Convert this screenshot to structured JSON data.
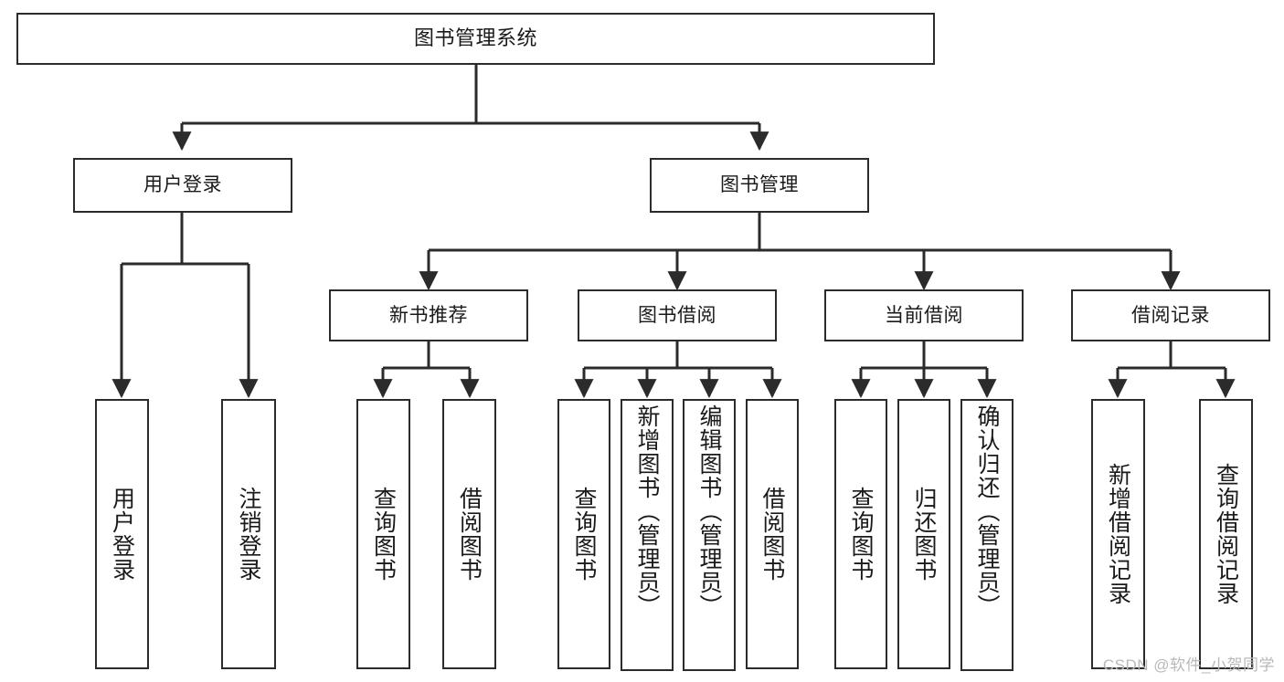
{
  "diagram": {
    "title": "图书管理系统",
    "type": "hierarchy-tree",
    "levels": 4,
    "root": {
      "label": "图书管理系统"
    },
    "level2": [
      {
        "label": "用户登录"
      },
      {
        "label": "图书管理"
      }
    ],
    "level3": [
      {
        "label": "新书推荐",
        "parent": "图书管理"
      },
      {
        "label": "图书借阅",
        "parent": "图书管理"
      },
      {
        "label": "当前借阅",
        "parent": "图书管理"
      },
      {
        "label": "借阅记录",
        "parent": "图书管理"
      }
    ],
    "leaves": [
      {
        "label": "用户登录",
        "parent": "用户登录"
      },
      {
        "label": "注销登录",
        "parent": "用户登录"
      },
      {
        "label": "查询图书",
        "parent": "新书推荐"
      },
      {
        "label": "借阅图书",
        "parent": "新书推荐"
      },
      {
        "label": "查询图书",
        "parent": "图书借阅"
      },
      {
        "label": "新增图书（管理员）",
        "parent": "图书借阅"
      },
      {
        "label": "编辑图书（管理员）",
        "parent": "图书借阅"
      },
      {
        "label": "借阅图书",
        "parent": "图书借阅"
      },
      {
        "label": "查询图书",
        "parent": "当前借阅"
      },
      {
        "label": "归还图书",
        "parent": "当前借阅"
      },
      {
        "label": "确认归还（管理员）",
        "parent": "当前借阅"
      },
      {
        "label": "新增借阅记录",
        "parent": "借阅记录"
      },
      {
        "label": "查询借阅记录",
        "parent": "借阅记录"
      }
    ]
  },
  "watermark": {
    "text": "CSDN @软件_小贺同学"
  },
  "colors": {
    "stroke": "#2b2b2b",
    "background": "#ffffff",
    "text": "#1a1a1a",
    "watermark": "#b9b9b9"
  }
}
